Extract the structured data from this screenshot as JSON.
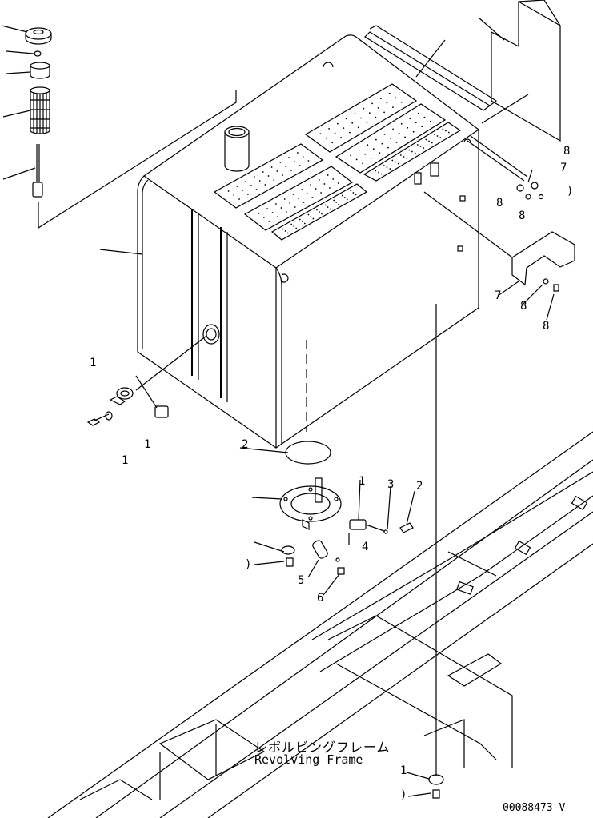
{
  "frame_label": {
    "ja": "レボルビングフレーム",
    "en": "Revolving Frame"
  },
  "drawing_number": "00088473-V",
  "callouts": {
    "bracket_bolt_a": "8",
    "bracket_top_7": "7",
    "bracket_bolt_b": "8",
    "bracket_bolt_c": "8",
    "bracket_washer": ")",
    "bracket_lower_7": "7",
    "bracket_lower_bolt": "8",
    "bracket_lower_bolt2": "8",
    "gauge_1": "1",
    "gauge_2": "1",
    "gauge_3": "1",
    "oring": "2",
    "sender_1": "1",
    "sender_3": "3",
    "sender_2": "2",
    "sender_4": "4",
    "sender_5": "5",
    "sender_6": "6",
    "sender_0": ")",
    "bottom_1": "1",
    "bottom_0": ")"
  }
}
